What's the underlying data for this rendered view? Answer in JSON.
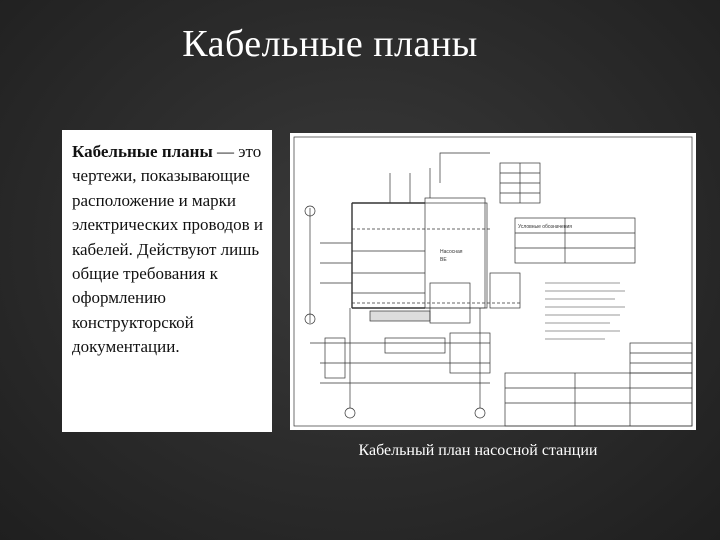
{
  "slide": {
    "title": "Кабельные планы",
    "definition_term": "Кабельные планы",
    "definition_rest": " — это чертежи, показывающие расположение и марки электрических проводов и кабелей. Действуют лишь общие требования к оформлению конструкторской документации.",
    "image_caption": "Кабельный план насосной станции"
  },
  "drawing": {
    "legend_title": "Условные обозначения",
    "box_label_1": "Насосная",
    "box_label_2": "ВЕ"
  },
  "colors": {
    "background": "#2b2b2b",
    "title_text": "#ffffff",
    "panel": "#ffffff",
    "drawing_lines": "#333333"
  }
}
